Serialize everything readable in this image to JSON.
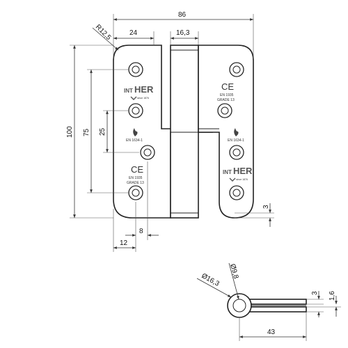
{
  "dimensions": {
    "overall_width": "86",
    "leaf_width": "24",
    "knuckle_width": "16,3",
    "radius": "R12,5",
    "height": "100",
    "hole_span": "75",
    "hole_step": "25",
    "knuckle_gap": "3",
    "hole_offset": "8",
    "edge_offset": "12",
    "pin_diameter": "Ø9,8",
    "knuckle_diameter": "Ø16,3",
    "leaf_thickness": "3",
    "gap_thickness": "1,6",
    "closed_width": "43"
  },
  "markings": {
    "ce": "CE",
    "standard": "EN 1935",
    "grade": "GRADE 13",
    "fire_standard": "EN 1634-1",
    "logo_pre": "INT",
    "logo_main": "HER",
    "logo_tag": "since 1876"
  }
}
